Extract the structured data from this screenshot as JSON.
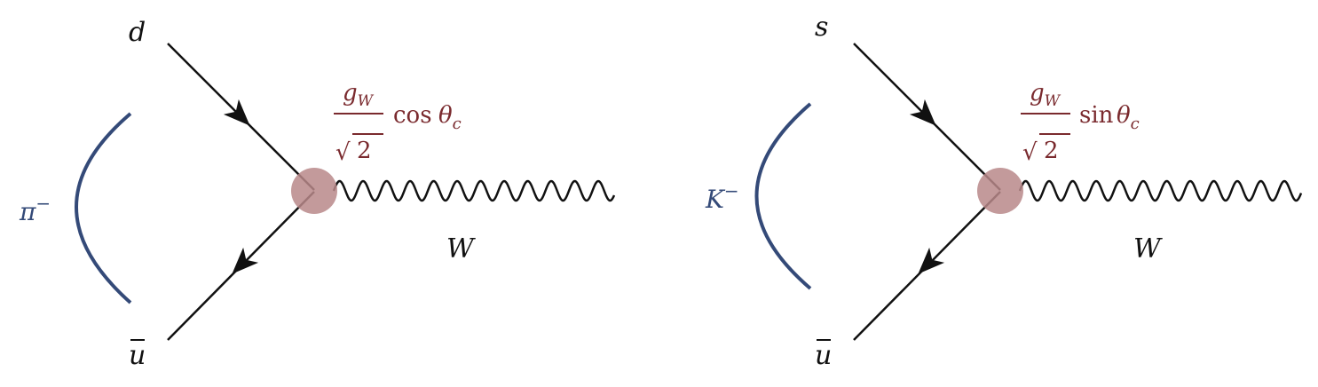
{
  "colors": {
    "line": "#111111",
    "bracket": "#344a78",
    "coupling": "#7a2a2e",
    "vertex": "#b9888a"
  },
  "diagrams": [
    {
      "incoming_quark": "d",
      "outgoing_antiquark": "u",
      "meson": {
        "symbol": "π",
        "charge": "−"
      },
      "boson": "W",
      "coupling": {
        "g": "g",
        "sub": "W",
        "sqrt": "√",
        "two": "2",
        "func": "cos",
        "theta": "θ",
        "theta_sub": "c"
      }
    },
    {
      "incoming_quark": "s",
      "outgoing_antiquark": "u",
      "meson": {
        "symbol": "K",
        "charge": "−"
      },
      "boson": "W",
      "coupling": {
        "g": "g",
        "sub": "W",
        "sqrt": "√",
        "two": "2",
        "func": "sin",
        "theta": "θ",
        "theta_sub": "c"
      }
    }
  ]
}
